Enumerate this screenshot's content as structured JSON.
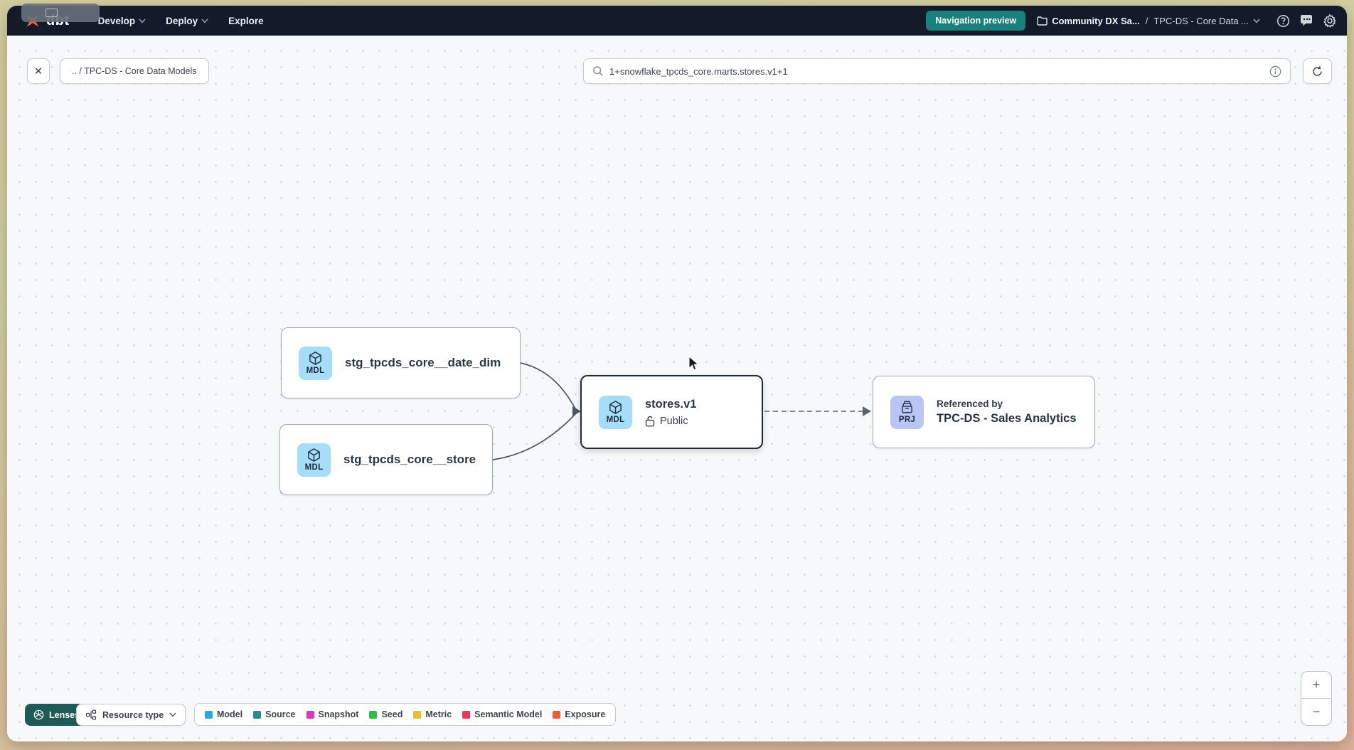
{
  "navbar": {
    "logo_text": "dbt",
    "menus": [
      {
        "label": "Develop"
      },
      {
        "label": "Deploy"
      },
      {
        "label": "Explore"
      }
    ],
    "preview_badge": "Navigation preview",
    "breadcrumb": {
      "account": "Community DX Sa...",
      "separator": "/",
      "project": "TPC-DS - Core Data ..."
    }
  },
  "toolbar": {
    "close_label": "✕",
    "breadcrumb_chip": ".. / TPC-DS - Core Data Models",
    "search": {
      "value": "1+snowflake_tpcds_core.marts.stores.v1+1"
    }
  },
  "graph": {
    "nodes": {
      "date_dim": {
        "badge": "MDL",
        "label": "stg_tpcds_core__date_dim"
      },
      "store": {
        "badge": "MDL",
        "label": "stg_tpcds_core__store"
      },
      "stores_v1": {
        "badge": "MDL",
        "label": "stores.v1",
        "access": "Public",
        "selected": true
      },
      "sales_analytics": {
        "badge": "PRJ",
        "title": "Referenced by",
        "label": "TPC-DS - Sales Analytics"
      }
    }
  },
  "footer": {
    "lenses_label": "Lenses",
    "resource_type_label": "Resource type",
    "legend": {
      "items": [
        {
          "label": "Model",
          "color": "#29a9e1"
        },
        {
          "label": "Source",
          "color": "#2d8b8b"
        },
        {
          "label": "Snapshot",
          "color": "#dd35c6"
        },
        {
          "label": "Seed",
          "color": "#24c246"
        },
        {
          "label": "Metric",
          "color": "#e9bd2b"
        },
        {
          "label": "Semantic Model",
          "color": "#ec3658"
        },
        {
          "label": "Exposure",
          "color": "#ed5c33"
        }
      ]
    }
  },
  "zoom_controls": {
    "zoom_in": "+",
    "zoom_out": "−"
  },
  "colors": {
    "navbar_bg": "#131b2a",
    "accent_teal": "#1a807c",
    "brand_orange": "#ff5c35",
    "model_badge_bg": "#a6ddf8",
    "project_badge_bg": "#bac5f3",
    "selected_border": "#1f2937"
  }
}
